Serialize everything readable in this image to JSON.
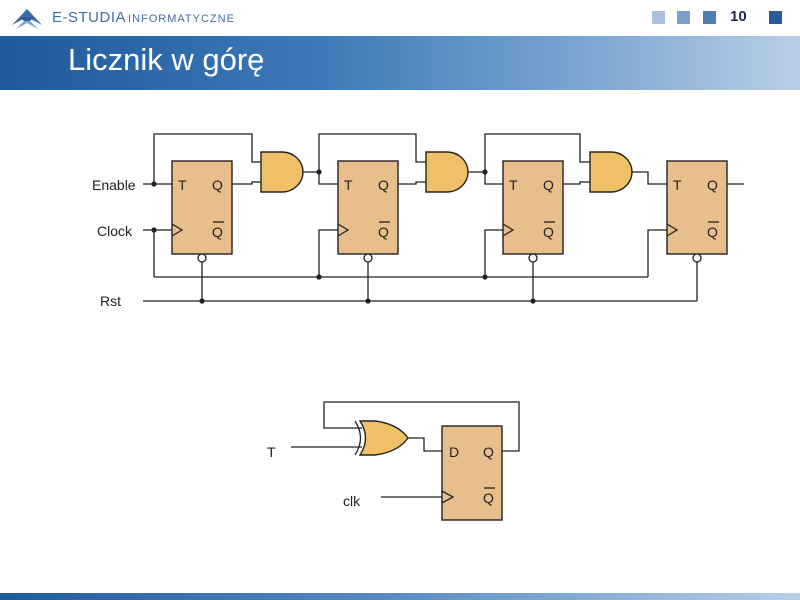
{
  "header": {
    "brand_main": "E-STUDIA",
    "brand_sub": "INFORMATYCZNE",
    "page_number": "10",
    "square_colors": [
      "#a9c1de",
      "#7d9fc9",
      "#4f7db6",
      "#2a5c9c"
    ]
  },
  "slide": {
    "title": "Licznik w górę"
  },
  "counter_diagram": {
    "labels": {
      "enable": "Enable",
      "clock": "Clock",
      "reset": "Rst"
    },
    "flipflop_pins": {
      "t": "T",
      "q": "Q",
      "qbar": "Q"
    }
  },
  "tff_diagram": {
    "labels": {
      "t": "T",
      "clk": "clk"
    },
    "flipflop_pins": {
      "d": "D",
      "q": "Q",
      "qbar": "Q"
    }
  }
}
